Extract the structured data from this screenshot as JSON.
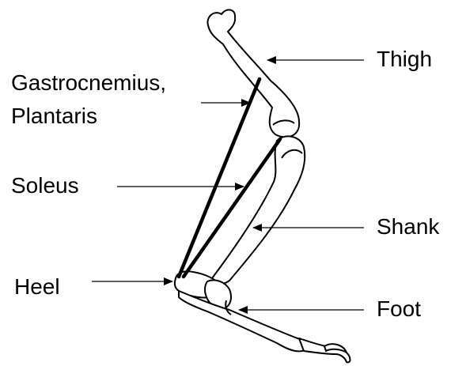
{
  "labels": {
    "thigh": "Thigh",
    "gastrocnemius_line1": "Gastrocnemius,",
    "gastrocnemius_line2": "Plantaris",
    "soleus": "Soleus",
    "shank": "Shank",
    "heel": "Heel",
    "foot": "Foot"
  },
  "colors": {
    "line": "#000000",
    "bone_fill": "#ffffff",
    "background": "#ffffff"
  }
}
